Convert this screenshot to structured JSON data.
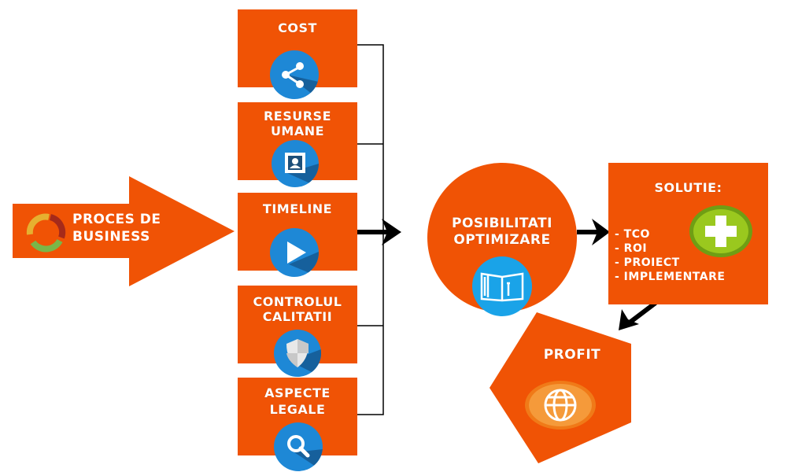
{
  "start": {
    "label_line1": "PROCES DE",
    "label_line2": "BUSINESS",
    "icon": "cycle-arrows-icon"
  },
  "factors": [
    {
      "line1": "COST",
      "line2": "",
      "icon": "share-icon"
    },
    {
      "line1": "RESURSE",
      "line2": "UMANE",
      "icon": "user-portrait-icon"
    },
    {
      "line1": "TIMELINE",
      "line2": "",
      "icon": "play-icon"
    },
    {
      "line1": "CONTROLUL",
      "line2": "CALITATII",
      "icon": "shield-icon"
    },
    {
      "line1": "ASPECTE",
      "line2": "LEGALE",
      "icon": "search-icon"
    }
  ],
  "optimize": {
    "line1": "POSIBILITATI",
    "line2": "OPTIMIZARE",
    "icon": "manual-wrench-icon"
  },
  "solution": {
    "title": "SOLUTIE:",
    "items": [
      "- TCO",
      "- ROI",
      "- PROIECT",
      "- IMPLEMENTARE"
    ],
    "icon": "plus-icon"
  },
  "profit": {
    "label": "PROFIT",
    "icon": "globe-icon"
  },
  "colors": {
    "orange": "#f05305",
    "blue": "#1e88d6",
    "cyan": "#1aa3e8",
    "green": "#7cb518",
    "arrow": "#000000"
  }
}
